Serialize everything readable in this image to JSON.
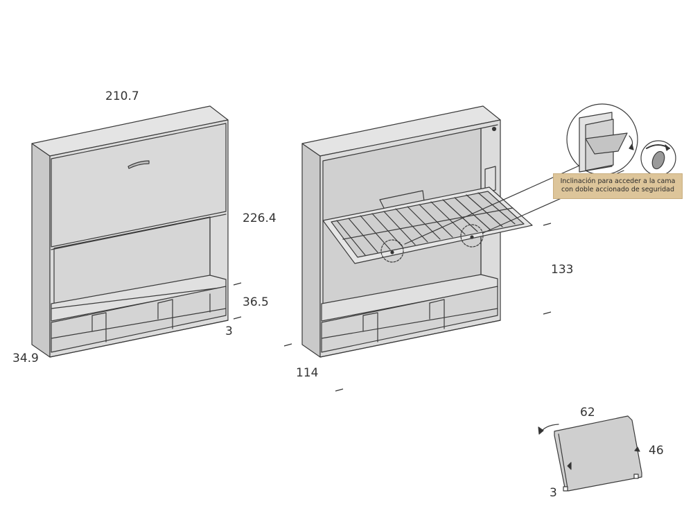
{
  "dimensions": {
    "width": "210.7",
    "height": "226.4",
    "lower_height": "36.5",
    "plinth": "3",
    "depth": "34.9",
    "open_depth": "114",
    "bed_height": "133",
    "nightstand_width": "62",
    "nightstand_height": "46",
    "nightstand_thickness": "3"
  },
  "detail_caption": {
    "line1": "Inclinación para acceder a la cama",
    "line2": "con doble accionado de seguridad"
  },
  "colors": {
    "panel_fill": "#dcdcdc",
    "side_fill": "#c9c9c9",
    "top_fill": "#e4e4e4",
    "line": "#3a3a3a",
    "caption_bg": "#ddc59a"
  }
}
